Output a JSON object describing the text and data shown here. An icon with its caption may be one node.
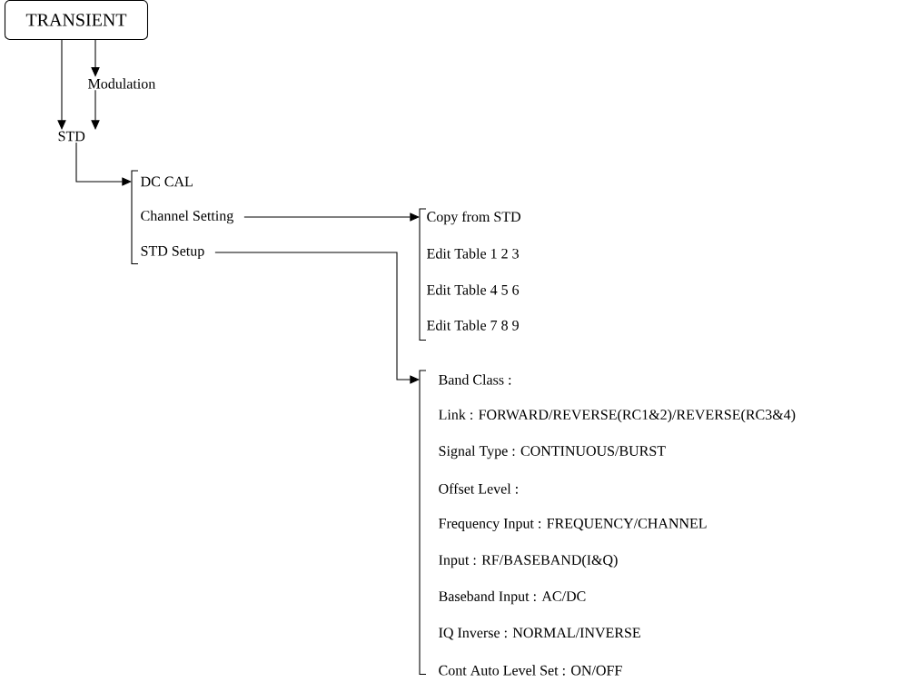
{
  "diagram": {
    "nodes": [
      {
        "text": [
          "TRANSIENT"
        ]
      },
      {
        "text": [
          "Modulation"
        ]
      },
      {
        "text": [
          "STD"
        ]
      },
      {
        "text": [],
        "shape": "bracket"
      },
      {
        "text": [
          "DC CAL"
        ]
      },
      {
        "text": [
          "Channel Setting"
        ]
      },
      {
        "text": [
          "STD Setup"
        ]
      },
      {
        "text": [],
        "shape": "bracket"
      },
      {
        "text": [
          "Copy from STD"
        ]
      },
      {
        "text": [
          "Edit Table 1 2 3"
        ]
      },
      {
        "text": [
          "Edit Table 4 5 6"
        ]
      },
      {
        "text": [
          "Edit Table 7 8 9"
        ]
      },
      {
        "text": [],
        "shape": "bracket"
      },
      {
        "text": [
          "Band Class :"
        ]
      },
      {
        "text": [
          "Link : FORWARD/REVERSE(RC1&2)/REVERSE(RC3&4)"
        ]
      },
      {
        "text": [
          "Signal Type : CONTINUOUS/BURST"
        ]
      },
      {
        "text": [
          "Offset Level :"
        ]
      },
      {
        "text": [
          "Frequency Input : FREQUENCY/CHANNEL"
        ]
      },
      {
        "text": [
          "Input : RF/BASEBAND(I&Q)"
        ]
      },
      {
        "text": [
          "Baseband Input : AC/DC"
        ]
      },
      {
        "text": [
          "IQ Inverse : NORMAL/INVERSE"
        ]
      },
      {
        "text": [
          "Cont Auto Level Set : ON/OFF"
        ]
      }
    ],
    "edges": [
      {
        "from": 0,
        "to": 2,
        "arrow": "to"
      },
      {
        "from": 0,
        "to": 1,
        "arrow": "to"
      },
      {
        "from": 1,
        "to": 2,
        "arrow": "to"
      },
      {
        "from": 2,
        "to": 3,
        "arrow": "to"
      },
      {
        "from": 5,
        "to": 7,
        "arrow": "to"
      },
      {
        "from": 6,
        "to": 12,
        "arrow": "to"
      }
    ]
  }
}
